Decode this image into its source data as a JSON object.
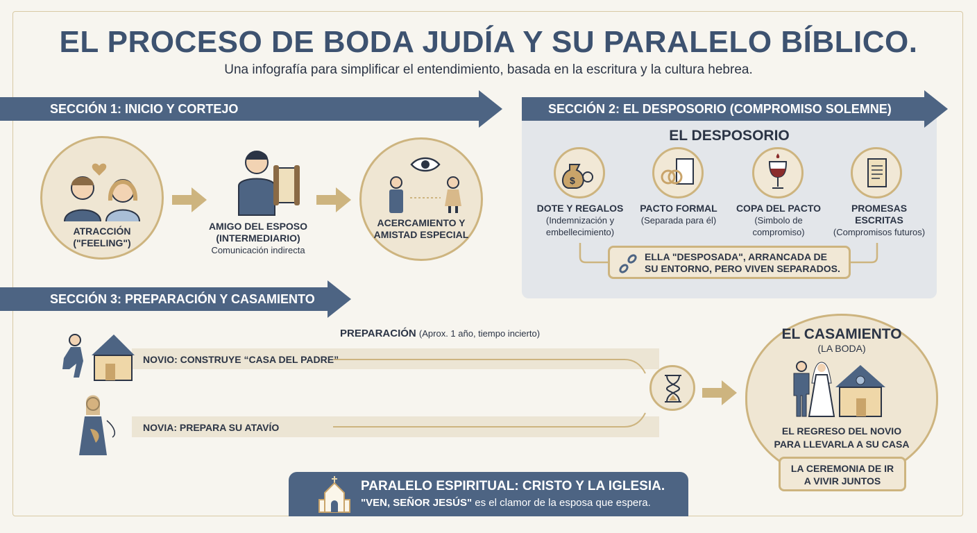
{
  "title": "EL PROCESO DE BODA JUDÍA Y SU PARALELO BÍBLICO.",
  "subtitle": "Una infografía para simplificar el entendimiento, basada en la escritura y la cultura hebrea.",
  "section1": {
    "label": "SECCIÓN 1: INICIO Y CORTEJO",
    "steps": [
      {
        "title": "ATRACCIÓN",
        "subtitle": "(\"FEELING\")"
      },
      {
        "title": "AMIGO DEL ESPOSO",
        "subtitle": "(INTERMEDIARIO)",
        "note": "Comunicación indirecta"
      },
      {
        "title": "ACERCAMIENTO Y",
        "subtitle": "AMISTAD ESPECIAL"
      }
    ]
  },
  "section2": {
    "label": "SECCIÓN 2: EL DESPOSORIO (COMPROMISO SOLEMNE)",
    "heading": "EL DESPOSORIO",
    "items": [
      {
        "title": "DOTE Y REGALOS",
        "desc": "(Indemnización y embellecimiento)"
      },
      {
        "title": "PACTO FORMAL",
        "desc": "(Separada para él)"
      },
      {
        "title": "COPA DEL PACTO",
        "desc": "(Simbolo de compromiso)"
      },
      {
        "title": "PROMESAS ESCRITAS",
        "desc": "(Compromisos futuros)"
      }
    ],
    "note_line1": "ELLA \"DESPOSADA\", ARRANCADA DE",
    "note_line2": "SU ENTORNO, PERO VIVEN SEPARADOS."
  },
  "section3": {
    "label": "SECCIÓN 3: PREPARACIÓN Y CASAMIENTO",
    "prep_title": "PREPARACIÓN",
    "prep_note": "(Aprox. 1 año, tiempo incierto)",
    "groom": "NOVIO: CONSTRUYE “CASA DEL PADRE”",
    "bride": "NOVIA: PREPARA SU ATAVÍO",
    "wedding": {
      "title": "EL CASAMIENTO",
      "subtitle": "(LA BODA)",
      "line1": "EL REGRESO DEL NOVIO",
      "line2": "PARA LLEVARLA A SU CASA",
      "note1": "LA CEREMONIA DE IR",
      "note2": "A VIVIR JUNTOS"
    }
  },
  "footer": {
    "title": "PARALELO ESPIRITUAL: CRISTO Y LA IGLESIA.",
    "quote": "\"VEN, SEÑOR JESÚS\"",
    "rest": " es el clamor de la esposa que espera."
  }
}
